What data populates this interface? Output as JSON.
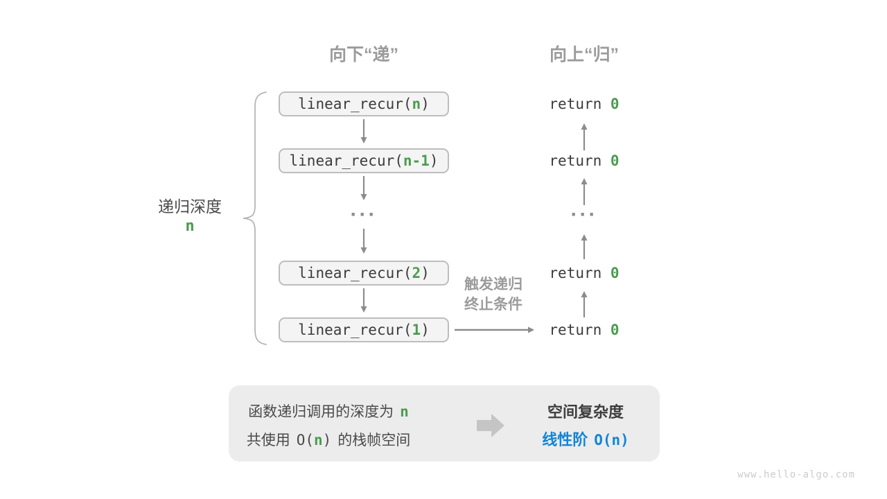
{
  "headers": {
    "down": "向下“递”",
    "up": "向上“归”"
  },
  "depth_label": {
    "text": "递归深度",
    "var": "n"
  },
  "call_stack": [
    {
      "prefix": "linear_recur(",
      "arg": "n",
      "suffix": ")"
    },
    {
      "prefix": "linear_recur(",
      "arg": "n-1",
      "suffix": ")"
    },
    {
      "prefix": "linear_recur(",
      "arg": "2",
      "suffix": ")"
    },
    {
      "prefix": "linear_recur(",
      "arg": "1",
      "suffix": ")"
    }
  ],
  "ellipsis": "···",
  "returns": [
    {
      "prefix": "return ",
      "value": "0"
    },
    {
      "prefix": "return ",
      "value": "0"
    },
    {
      "prefix": "return ",
      "value": "0"
    },
    {
      "prefix": "return ",
      "value": "0"
    }
  ],
  "trigger_label": {
    "line1": "触发递归",
    "line2": "终止条件"
  },
  "summary": {
    "line1_text": "函数递归调用的深度为",
    "line1_var": "n",
    "line2_prefix": "共使用",
    "line2_o": "O(",
    "line2_var": "n",
    "line2_close": ")",
    "line2_suffix": "的栈帧空间",
    "title": "空间复杂度",
    "result_prefix": "线性阶",
    "result_expr": "O(n)"
  },
  "watermark": "www.hello-algo.com",
  "colors": {
    "green": "#4c9b50",
    "blue": "#1185d6",
    "gray_label": "#9b9b9b",
    "code_text": "#3b3b3b",
    "box_fill": "#f4f4f4",
    "box_border": "#bdbdbd",
    "arrow": "#8c8c8c",
    "summary_bg": "#ececec",
    "block_arrow": "#c5c5c5"
  }
}
